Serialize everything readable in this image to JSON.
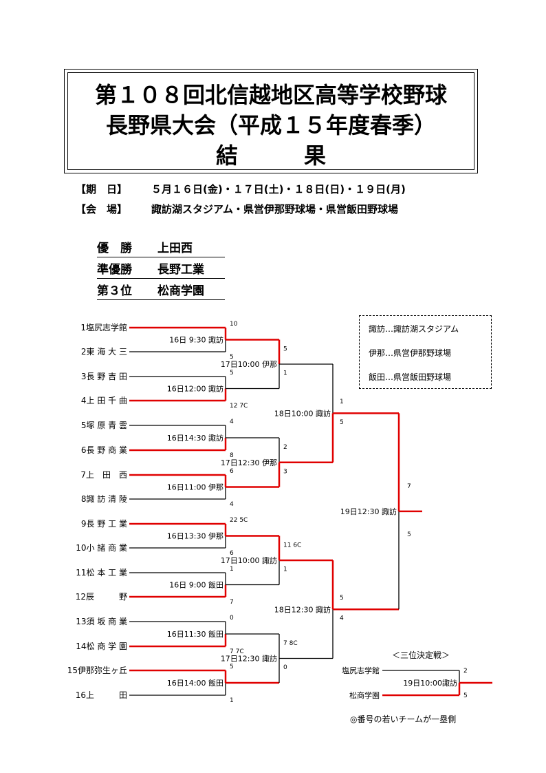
{
  "title": {
    "line1": "第１０８回北信越地区高等学校野球",
    "line2": "長野県大会（平成１５年度春季）",
    "line3": "結　　　果"
  },
  "info": {
    "date_label": "【期　日】",
    "date_value": "５月１６日(金)・１７日(土)・１８日(日)・１９日(月)",
    "venue_label": "【会　場】",
    "venue_value": "諏訪湖スタジアム・県営伊那野球場・県営飯田野球場"
  },
  "results": [
    {
      "label": "優　勝",
      "team": "上田西"
    },
    {
      "label": "準優勝",
      "team": "長野工業"
    },
    {
      "label": "第３位",
      "team": "松商学園"
    }
  ],
  "legend": [
    "諏訪…諏訪湖スタジアム",
    "伊那…県営伊那野球場",
    "飯田…県営飯田野球場"
  ],
  "teams": [
    "1塩尻志学館",
    "2東 海 大 三",
    "3長 野 吉 田",
    "4上 田 千 曲",
    "5塚 原 青 雲",
    "6長 野 商 業",
    "7上　田　西",
    "8諏 訪 清 陵",
    "9長 野 工 業",
    "10小 諸 商 業",
    "11松 本 工 業",
    "12辰　　　野",
    "13須 坂 商 業",
    "14松 商 学 園",
    "15伊那弥生ヶ丘",
    "16上　　　田"
  ],
  "r1_games": [
    {
      "label": "16日 9:30 諏訪",
      "scores": [
        "10",
        "5"
      ]
    },
    {
      "label": "16日12:00 諏訪",
      "scores": [
        "5",
        "12 7C"
      ]
    },
    {
      "label": "16日14:30 諏訪",
      "scores": [
        "4",
        "8"
      ]
    },
    {
      "label": "16日11:00 伊那",
      "scores": [
        "6",
        "4"
      ]
    },
    {
      "label": "16日13:30 伊那",
      "scores": [
        "22 5C",
        "6"
      ]
    },
    {
      "label": "16日 9:00 飯田",
      "scores": [
        "1",
        "7"
      ]
    },
    {
      "label": "16日11:30 飯田",
      "scores": [
        "0",
        "7 7C"
      ]
    },
    {
      "label": "16日14:00 飯田",
      "scores": [
        "5",
        "1"
      ]
    }
  ],
  "qf_games": [
    {
      "label": "17日10:00 伊那",
      "scores": [
        "5",
        "1"
      ]
    },
    {
      "label": "17日12:30 伊那",
      "scores": [
        "2",
        "3"
      ]
    },
    {
      "label": "17日10:00 諏訪",
      "scores": [
        "11 6C",
        "1"
      ]
    },
    {
      "label": "17日12:30 諏訪",
      "scores": [
        "7 8C",
        "0"
      ]
    }
  ],
  "sf_games": [
    {
      "label": "18日10:00 諏訪",
      "scores": [
        "1",
        "5"
      ]
    },
    {
      "label": "18日12:30 諏訪",
      "scores": [
        "5",
        "4"
      ]
    }
  ],
  "final_game": {
    "label": "19日12:30 諏訪",
    "scores": [
      "7",
      "5"
    ]
  },
  "third_place": {
    "title": "＜三位決定戦＞",
    "team1": "塩尻志学館",
    "team2": "松商学園",
    "label": "19日10:00諏訪",
    "scores": [
      "2",
      "5"
    ]
  },
  "note": "◎番号の若いチームが一塁側",
  "colors": {
    "win": "#e00000",
    "line": "#000000"
  }
}
